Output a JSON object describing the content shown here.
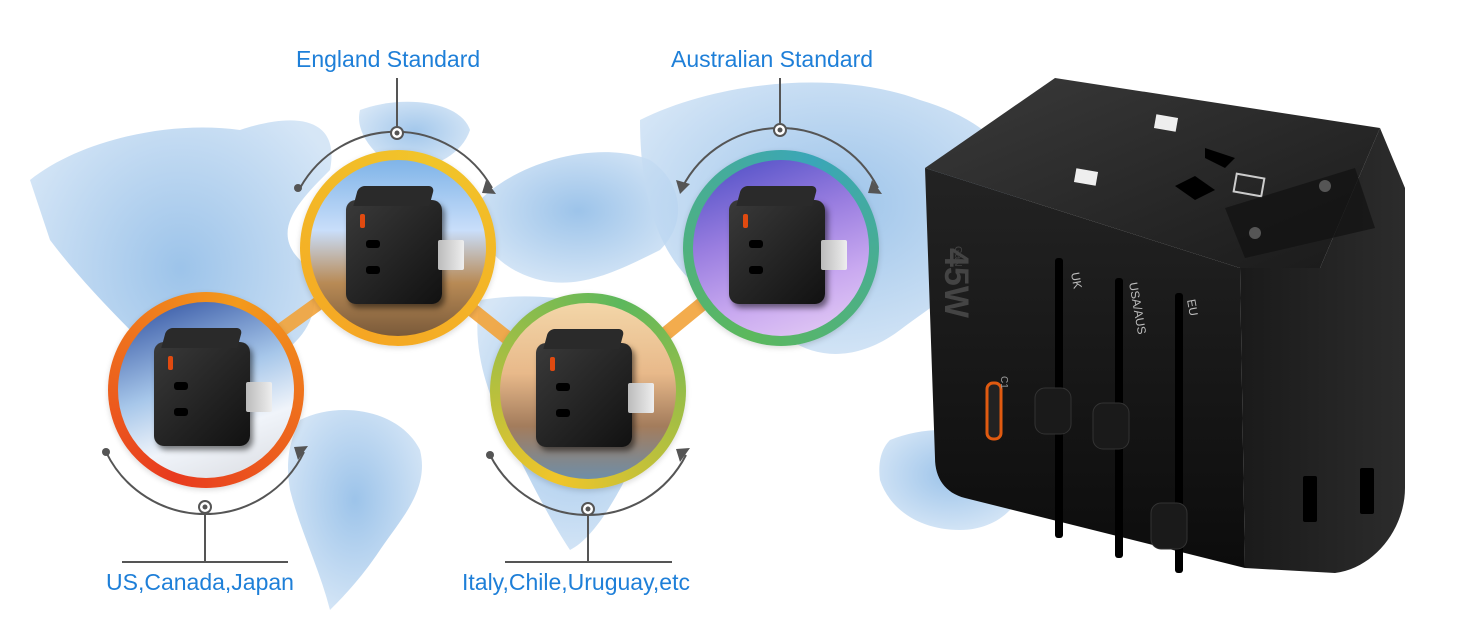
{
  "labels": {
    "england": "England Standard",
    "australian": "Australian Standard",
    "us": "US,Canada,Japan",
    "italy": "Italy,Chile,Uruguay,etc"
  },
  "product_markings": {
    "wattage": "45W",
    "gan": "GaN",
    "slider_uk": "UK",
    "slider_us": "USA/AUS",
    "slider_eu": "EU",
    "port": "C1"
  },
  "colors": {
    "label_blue": "#1e7fd8",
    "map_blue": "#9cc4e8",
    "line_gray": "#555555",
    "device_black": "#151515",
    "ring_red": "#e83a1e",
    "ring_orange": "#f39a1c",
    "ring_yellow": "#f1c52a",
    "ring_green": "#5cb85c",
    "ring_teal": "#3aa6b8"
  }
}
